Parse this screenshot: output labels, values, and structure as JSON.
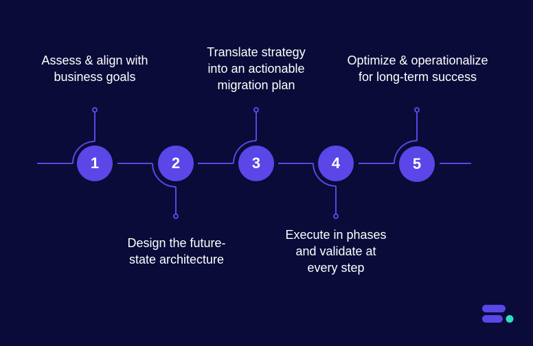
{
  "steps": [
    {
      "number": "1",
      "text": "Assess & align with\nbusiness goals"
    },
    {
      "number": "2",
      "text": "Design the future-\nstate architecture"
    },
    {
      "number": "3",
      "text": "Translate strategy\ninto an actionable\nmigration plan"
    },
    {
      "number": "4",
      "text": "Execute in phases\nand validate at\nevery step"
    },
    {
      "number": "5",
      "text": "Optimize & operationalize\nfor long-term success"
    }
  ],
  "colors": {
    "background": "#0a0b38",
    "accent": "#5b46e8",
    "logo_dot": "#2fe0c0"
  }
}
